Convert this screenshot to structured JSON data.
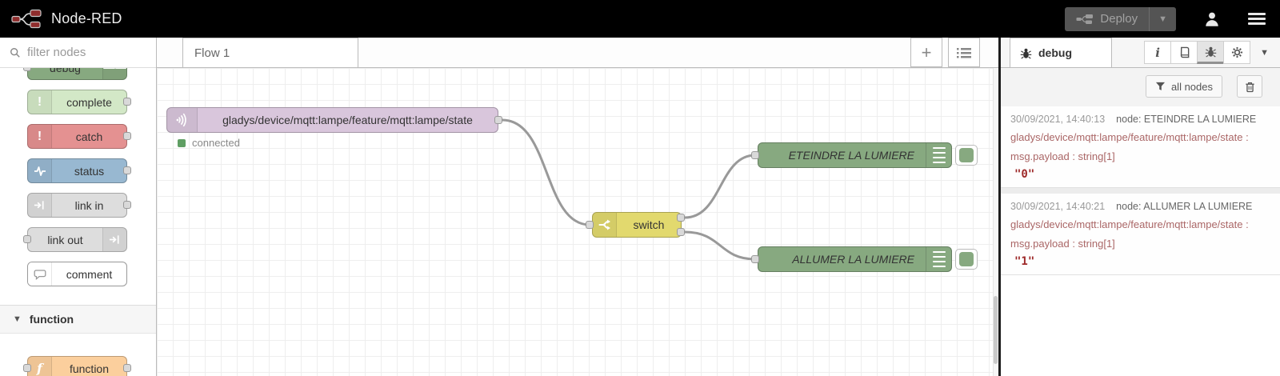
{
  "header": {
    "title": "Node-RED",
    "deploy_label": "Deploy"
  },
  "palette": {
    "filter_placeholder": "filter nodes",
    "items": {
      "debug": "debug",
      "complete": "complete",
      "catch": "catch",
      "status": "status",
      "link_in": "link in",
      "link_out": "link out",
      "comment": "comment",
      "function_node": "function"
    },
    "category_function": "function"
  },
  "canvas": {
    "tab_label": "Flow 1",
    "nodes": {
      "mqtt": {
        "label": "gladys/device/mqtt:lampe/feature/mqtt:lampe/state",
        "status": "connected"
      },
      "switch": {
        "label": "switch"
      },
      "debug_off": {
        "label": "ETEINDRE LA LUMIERE"
      },
      "debug_on": {
        "label": "ALLUMER LA LUMIERE"
      }
    }
  },
  "debug_panel": {
    "tab_label": "debug",
    "filter_button": "all nodes",
    "messages": [
      {
        "timestamp": "30/09/2021, 14:40:13",
        "node": "node: ETEINDRE LA LUMIERE",
        "topic": "gladys/device/mqtt:lampe/feature/mqtt:lampe/state :",
        "payload_meta": "msg.payload : string[1]",
        "value": "\"0\""
      },
      {
        "timestamp": "30/09/2021, 14:40:21",
        "node": "node: ALLUMER LA LUMIERE",
        "topic": "gladys/device/mqtt:lampe/feature/mqtt:lampe/state :",
        "payload_meta": "msg.payload : string[1]",
        "value": "\"1\""
      }
    ]
  },
  "colors": {
    "header_bg": "#000000",
    "mqtt_node": "#d9c6dc",
    "switch_node": "#e2d96e",
    "debug_node": "#87a980",
    "complete_node": "#d3e8c7",
    "catch_node": "#e49191",
    "status_node": "#98b8d1",
    "link_node": "#dddddd",
    "function_node": "#fbcf9d",
    "status_dot": "#5f9e63",
    "wire": "#999999",
    "debug_topic_text": "#aa6666",
    "debug_value_text": "#9e2a2a",
    "logo_red": "#8f2d2d"
  }
}
